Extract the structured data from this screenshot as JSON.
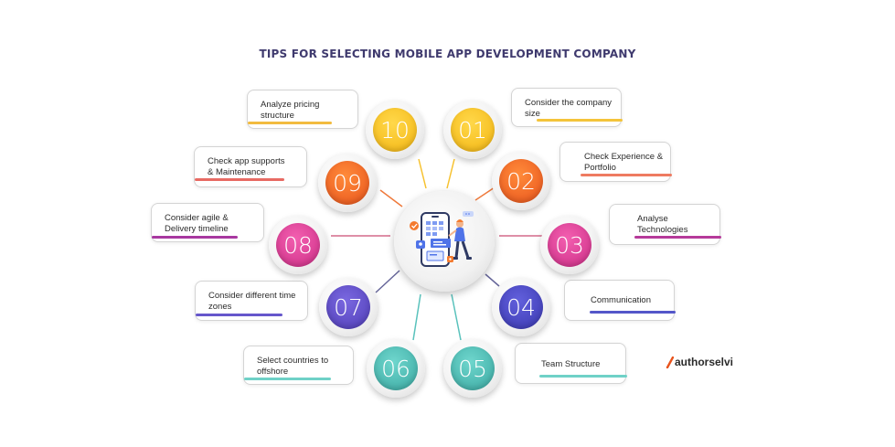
{
  "title": "TIPS FOR SELECTING MOBILE APP DEVELOPMENT COMPANY",
  "brand": {
    "name": "authorselvi"
  },
  "tips": [
    {
      "number": "01",
      "label": "Consider the company\nsize",
      "color": "#f6bd1d",
      "bar": "#f4c43a"
    },
    {
      "number": "02",
      "label": "Check Experience &\nPortfolio",
      "color": "#f06a2a",
      "bar": "#ee7b61"
    },
    {
      "number": "03",
      "label": "Analyse\nTechnologies",
      "color": "#d83a94",
      "bar": "#b63a9a"
    },
    {
      "number": "04",
      "label": "Communication",
      "color": "#4a48c4",
      "bar": "#5457c9"
    },
    {
      "number": "05",
      "label": "Team Structure",
      "color": "#4fbbb4",
      "bar": "#6fd1c7"
    },
    {
      "number": "06",
      "label": "Select countries to\noffshore",
      "color": "#4fbbb4",
      "bar": "#6fd1c7"
    },
    {
      "number": "07",
      "label": "Consider different time\nzones",
      "color": "#5e4ec7",
      "bar": "#6657cb"
    },
    {
      "number": "08",
      "label": "Consider agile &\nDelivery timeline",
      "color": "#e2409a",
      "bar": "#a838a0"
    },
    {
      "number": "09",
      "label": "Check app supports\n& Maintenance",
      "color": "#f26a27",
      "bar": "#e86a63"
    },
    {
      "number": "10",
      "label": "Analyze pricing\nstructure",
      "color": "#f6bd1d",
      "bar": "#f2bb3f"
    }
  ],
  "icons": {
    "hub": "mobile-app-developer-illustration-icon",
    "brand": "slash-logo-icon"
  }
}
